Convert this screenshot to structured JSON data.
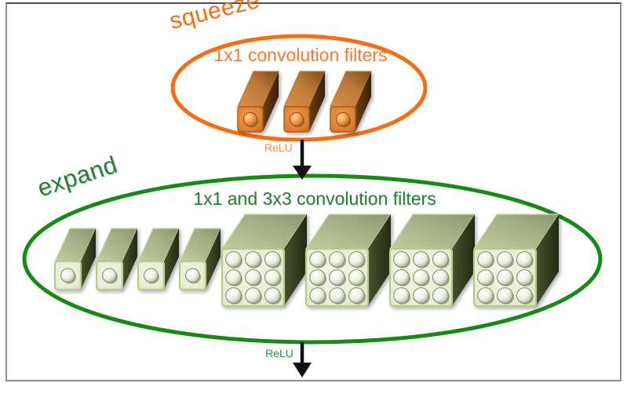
{
  "colors": {
    "squeeze_accent": "#f86c12",
    "squeeze_text": "#f97a2e",
    "squeeze_relu": "#e78e63",
    "expand_accent": "#148c14",
    "expand_text": "#2e7d2e",
    "expand_relu": "#3d9c43",
    "arrow": "#111111"
  },
  "squeeze": {
    "label": "squeeze",
    "sublabel": "1x1 convolution filters",
    "relu": "ReLU",
    "filters": {
      "type": "1x1",
      "count": 3
    }
  },
  "expand": {
    "label": "expand",
    "sublabel": "1x1 and 3x3 convolution filters",
    "relu": "ReLU",
    "filters_1x1": {
      "type": "1x1",
      "count": 4
    },
    "filters_3x3": {
      "type": "3x3",
      "count": 4
    }
  }
}
